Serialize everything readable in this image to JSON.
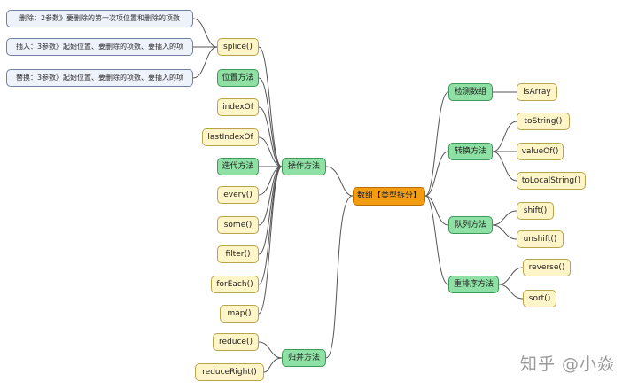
{
  "root": {
    "label": "数组【类型拆分】"
  },
  "left": {
    "operation": {
      "label": "操作方法",
      "children": {
        "splice": {
          "label": "splice()",
          "notes": [
            "删除：2参数》要删除的第一次项位置和删除的项数",
            "插入：3参数》起始位置、要删除的项数、要插入的项",
            "替换：3参数》起始位置、要删除的项数、要插入的项"
          ]
        },
        "position": {
          "label": "位置方法"
        },
        "indexOf": {
          "label": "indexOf"
        },
        "lastIndexOf": {
          "label": "lastIndexOf"
        },
        "iteration": {
          "label": "迭代方法"
        },
        "every": {
          "label": "every()"
        },
        "some": {
          "label": "some()"
        },
        "filter": {
          "label": "filter()"
        },
        "forEach": {
          "label": "forEach()"
        },
        "map": {
          "label": "map()"
        }
      }
    },
    "merge": {
      "label": "归并方法",
      "children": {
        "reduce": {
          "label": "reduce()"
        },
        "reduceRight": {
          "label": "reduceRight()"
        }
      }
    }
  },
  "right": {
    "detect": {
      "label": "检测数组",
      "children": {
        "isArray": {
          "label": "isArray"
        }
      }
    },
    "convert": {
      "label": "转换方法",
      "children": {
        "toString": {
          "label": "toString()"
        },
        "valueOf": {
          "label": "valueOf()"
        },
        "toLocalString": {
          "label": "toLocalString()"
        }
      }
    },
    "queue": {
      "label": "队列方法",
      "children": {
        "shift": {
          "label": "shift()"
        },
        "unshift": {
          "label": "unshift()"
        }
      }
    },
    "reorder": {
      "label": "重排序方法",
      "children": {
        "reverse": {
          "label": "reverse()"
        },
        "sort": {
          "label": "sort()"
        }
      }
    }
  },
  "watermark": "知乎 @小焱",
  "colors": {
    "root_fill": "#f39c12",
    "branch_fill": "#8fe0a4",
    "leaf_fill": "#fff5c8",
    "note_fill": "#edf2fb",
    "line": "#555555"
  }
}
